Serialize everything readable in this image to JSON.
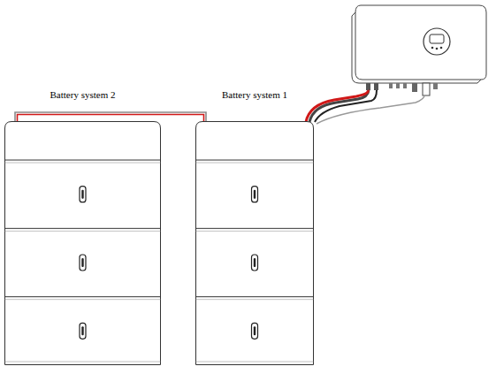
{
  "diagram": {
    "nodes": [
      {
        "text": [
          "Battery system 2"
        ]
      },
      {
        "text": [
          "Battery system 1"
        ]
      }
    ],
    "edges": [
      {
        "from": 0,
        "to": 1,
        "arrow": "none"
      }
    ]
  }
}
